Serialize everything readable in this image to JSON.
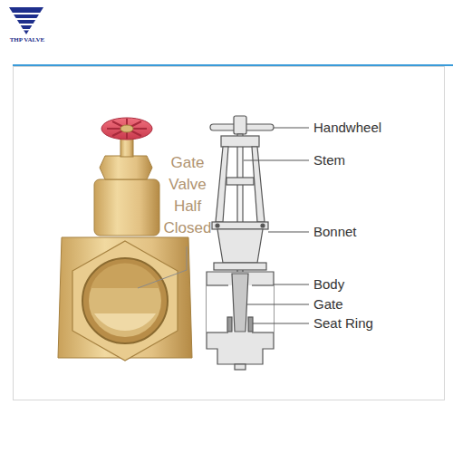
{
  "diagram": {
    "labels": [
      "THP VALVE",
      "Gate Valve Half Closed",
      "Handwheel",
      "Stem",
      "Bonnet",
      "Body",
      "Gate",
      "Seat Ring"
    ]
  }
}
